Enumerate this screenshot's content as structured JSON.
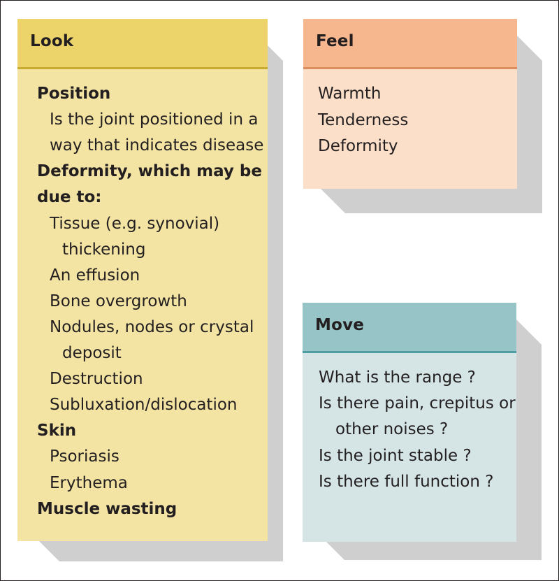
{
  "look": {
    "title": "Look",
    "lines": [
      {
        "text": "Position",
        "bold": true,
        "indent": 0
      },
      {
        "text": "Is the joint positioned in a",
        "bold": false,
        "indent": 1
      },
      {
        "text": "way that indicates disease",
        "bold": false,
        "indent": 1
      },
      {
        "text": "Deformity, which may be",
        "bold": true,
        "indent": 0
      },
      {
        "text": "due to:",
        "bold": true,
        "indent": 0
      },
      {
        "text": "Tissue (e.g. synovial)",
        "bold": false,
        "indent": 1
      },
      {
        "text": "thickening",
        "bold": false,
        "indent": 2
      },
      {
        "text": "An effusion",
        "bold": false,
        "indent": 1
      },
      {
        "text": "Bone overgrowth",
        "bold": false,
        "indent": 1
      },
      {
        "text": "Nodules, nodes or crystal",
        "bold": false,
        "indent": 1
      },
      {
        "text": "deposit",
        "bold": false,
        "indent": 2
      },
      {
        "text": "Destruction",
        "bold": false,
        "indent": 1
      },
      {
        "text": "Subluxation/dislocation",
        "bold": false,
        "indent": 1
      },
      {
        "text": "Skin",
        "bold": true,
        "indent": 0
      },
      {
        "text": "Psoriasis",
        "bold": false,
        "indent": 1
      },
      {
        "text": "Erythema",
        "bold": false,
        "indent": 1
      },
      {
        "text": "Muscle wasting",
        "bold": true,
        "indent": 0
      }
    ]
  },
  "feel": {
    "title": "Feel",
    "lines": [
      {
        "text": "Warmth",
        "bold": false,
        "indent": 0
      },
      {
        "text": "Tenderness",
        "bold": false,
        "indent": 0
      },
      {
        "text": "Deformity",
        "bold": false,
        "indent": 0
      }
    ]
  },
  "move": {
    "title": "Move",
    "lines": [
      {
        "text": "What is the range ?",
        "bold": false,
        "indent": 0
      },
      {
        "text": "Is there pain, crepitus or",
        "bold": false,
        "indent": 0
      },
      {
        "text": "other noises ?",
        "bold": false,
        "indent": 1
      },
      {
        "text": "Is the joint stable ?",
        "bold": false,
        "indent": 0
      },
      {
        "text": "Is there full function ?",
        "bold": false,
        "indent": 0
      }
    ]
  },
  "colors": {
    "look_header": "#ecd46a",
    "look_body": "#f3e4a4",
    "feel_header": "#f7b78e",
    "feel_body": "#fbdfc8",
    "move_header": "#97c4c7",
    "move_body": "#d5e5e6",
    "shadow": "#cfcfd0"
  }
}
